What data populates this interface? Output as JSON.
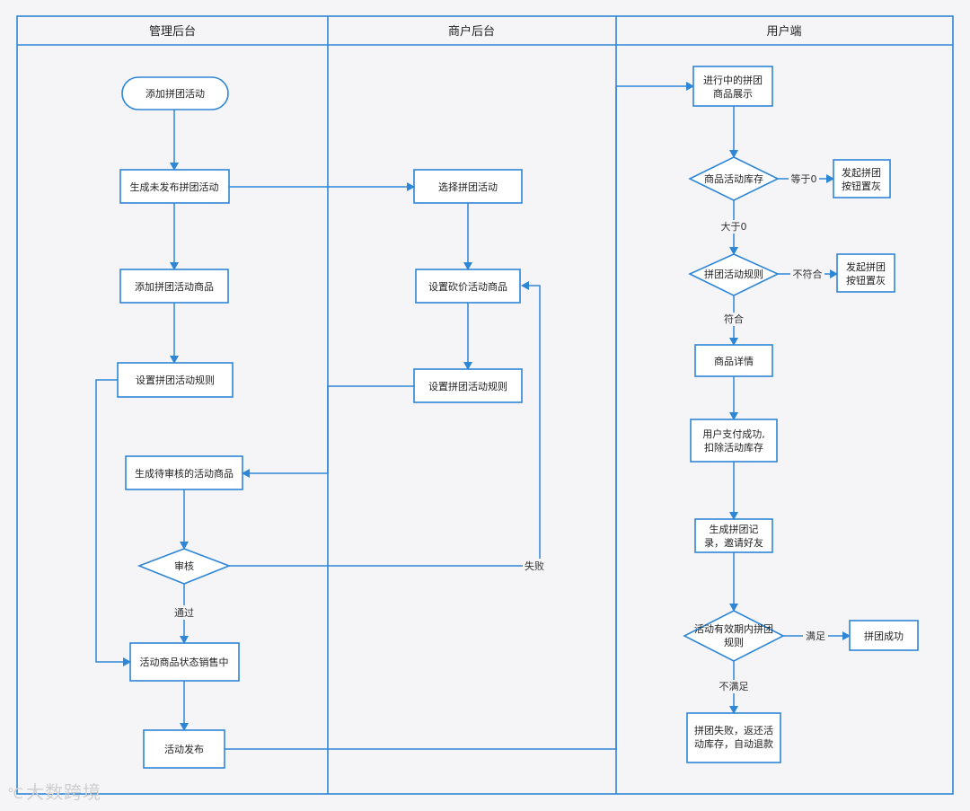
{
  "lanes": {
    "admin": "管理后台",
    "merchant": "商户后台",
    "user": "用户端"
  },
  "nodes": {
    "add_activity": "添加拼团活动",
    "gen_unpublished": "生成未发布拼团活动",
    "add_goods": "添加拼团活动商品",
    "set_rules_admin": "设置拼团活动规则",
    "gen_pending_review": "生成待审核的活动商品",
    "review": "审核",
    "status_on_sale": "活动商品状态销售中",
    "publish": "活动发布",
    "select_activity": "选择拼团活动",
    "set_bargain_goods": "设置砍价活动商品",
    "set_rules_merchant": "设置拼团活动规则",
    "ongoing_display": [
      "进行中的拼团",
      "商品展示"
    ],
    "stock_check": "商品活动库存",
    "start_btn_gray_1": [
      "发起拼团",
      "按钮置灰"
    ],
    "rule_check": "拼团活动规则",
    "start_btn_gray_2": [
      "发起拼团",
      "按钮置灰"
    ],
    "goods_detail": "商品详情",
    "pay_success": [
      "用户支付成功,",
      "扣除活动库存"
    ],
    "gen_record": [
      "生成拼团记",
      "录，邀请好友"
    ],
    "validity_check": [
      "活动有效期内拼团",
      "规则"
    ],
    "group_success": "拼团成功",
    "group_fail": [
      "拼团失败，返还活",
      "动库存，自动退款"
    ]
  },
  "edge_labels": {
    "fail": "失败",
    "pass": "通过",
    "equal_zero": "等于0",
    "greater_zero": "大于0",
    "not_match": "不符合",
    "match": "符合",
    "satisfied": "满足",
    "not_satisfied": "不满足"
  },
  "colors": {
    "accent": "#2e86d6",
    "background": "#f5f5f7"
  },
  "watermark": {
    "icon": "bubble-logo-icon",
    "glyph": "℃",
    "text": "大数跨境"
  }
}
